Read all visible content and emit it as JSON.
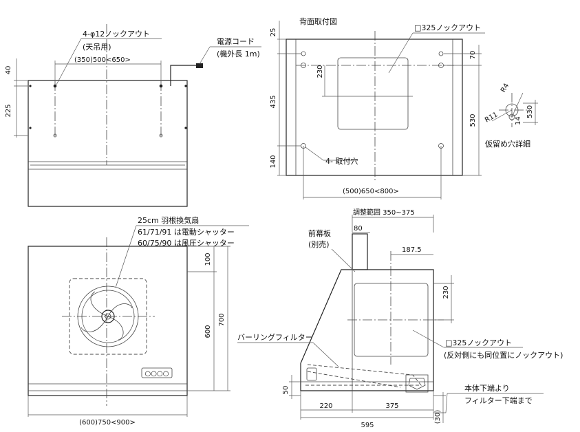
{
  "view_top": {
    "knockout_label": "4-φ12ノックアウト",
    "ceiling_label": "(天吊用)",
    "width_dim": "(350)500<650>",
    "cord_label": "電源コード",
    "cord_length": "(機外長 1m)",
    "dim_40": "40",
    "dim_225": "225"
  },
  "view_back": {
    "title": "背面取付図",
    "square_knockout": "□325ノックアウト",
    "dim_25": "25",
    "dim_70": "70",
    "dim_230": "230",
    "dim_435": "435",
    "dim_140": "140",
    "dim_530": "530",
    "mount_holes": "4- 取付穴",
    "width_dim": "(500)650<800>"
  },
  "view_detail": {
    "dim_r4": "R4",
    "dim_r11": "R11",
    "dim_14": "14",
    "dim_530": "530",
    "caption": "仮留め穴詳細"
  },
  "view_front": {
    "fan_label": "25cm 羽根換気扇",
    "shutter_electric": "61/71/91 は電動シャッター",
    "shutter_wind": "60/75/90 は風圧シャッター",
    "dim_100": "100",
    "dim_600": "600",
    "dim_700": "700",
    "switch_text": "○○○○",
    "width_dim": "(600)750<900>"
  },
  "view_side": {
    "adjust_range": "調整範囲 350~375",
    "dim_80": "80",
    "front_panel": "前幕板",
    "front_panel_sold": "(別売)",
    "dim_187": "187.5",
    "dim_230": "230",
    "filter_label": "バーリングフィルター",
    "knockout_label": "□325ノックアウト",
    "knockout_note": "(反対側にも同位置にノックアウト)",
    "body_bottom": "本体下端より",
    "filter_bottom": "フィルター下端まで",
    "dim_50": "50",
    "dim_220": "220",
    "dim_375": "375",
    "dim_30": "(30)",
    "dim_595": "595"
  }
}
